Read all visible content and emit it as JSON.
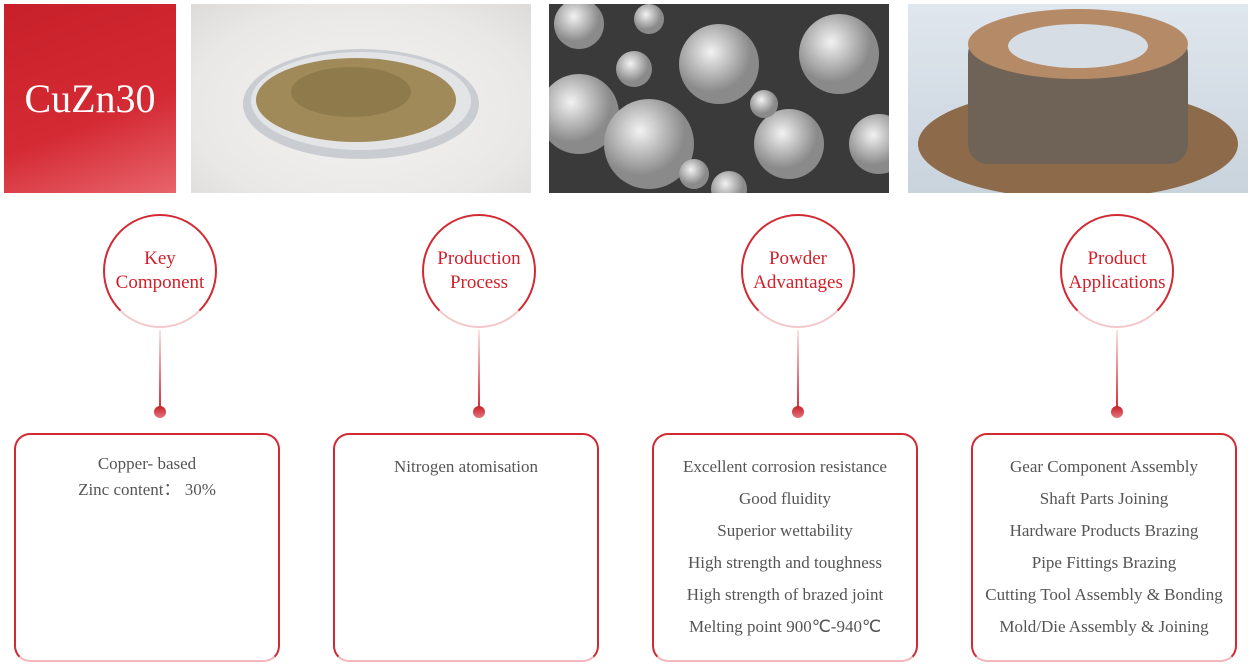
{
  "title": "CuZn30",
  "sections": [
    {
      "heading_line1": "Key",
      "heading_line2": "Component",
      "items": [
        "Copper- based",
        "Zinc content： 30%"
      ]
    },
    {
      "heading_line1": "Production",
      "heading_line2": "Process",
      "items": [
        "Nitrogen atomisation"
      ]
    },
    {
      "heading_line1": "Powder",
      "heading_line2": "Advantages",
      "items": [
        "Excellent corrosion resistance",
        "Good fluidity",
        "Superior wettability",
        "High strength and toughness",
        "High strength of brazed joint",
        "Melting point 900℃-940℃"
      ]
    },
    {
      "heading_line1": "Product",
      "heading_line2": "Applications",
      "items": [
        "Gear Component Assembly",
        "Shaft Parts Joining",
        "Hardware Products Brazing",
        "Pipe Fittings Brazing",
        "Cutting Tool Assembly & Bonding",
        "Mold/Die Assembly & Joining"
      ]
    }
  ],
  "colors": {
    "accent": "#d12a33"
  }
}
